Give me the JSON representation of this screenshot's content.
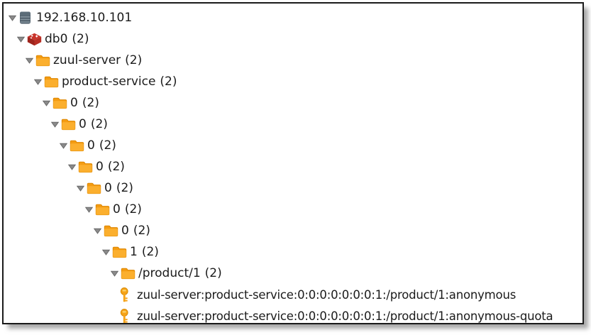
{
  "window": {
    "kind": "redis-key-tree-window",
    "background": "#ffffff",
    "border_color": "#1b1b1b"
  },
  "colors": {
    "text": "#1b1b1b",
    "arrow_gray": "#878787",
    "folder_orange": "#f9a11b",
    "folder_outline": "#dd8600",
    "key_orange": "#f6a318",
    "redis_red": "#b7342a",
    "server_slate": "#4e5d69",
    "shadow_gray": "#6e6e6e"
  },
  "tree": {
    "rows": [
      {
        "icon": "server-icon",
        "label": "192.168.10.101",
        "count": "",
        "level": 0,
        "has_arrow": true,
        "expanded": true,
        "type": "server"
      },
      {
        "icon": "redis-db-icon",
        "label": "db0",
        "count": "(2)",
        "level": 1,
        "has_arrow": true,
        "expanded": true,
        "type": "database"
      },
      {
        "icon": "folder-icon",
        "label": "zuul-server",
        "count": "(2)",
        "level": 2,
        "has_arrow": true,
        "expanded": true,
        "type": "folder"
      },
      {
        "icon": "folder-icon",
        "label": "product-service",
        "count": "(2)",
        "level": 3,
        "has_arrow": true,
        "expanded": true,
        "type": "folder"
      },
      {
        "icon": "folder-icon",
        "label": "0",
        "count": "(2)",
        "level": 4,
        "has_arrow": true,
        "expanded": true,
        "type": "folder"
      },
      {
        "icon": "folder-icon",
        "label": "0",
        "count": "(2)",
        "level": 5,
        "has_arrow": true,
        "expanded": true,
        "type": "folder"
      },
      {
        "icon": "folder-icon",
        "label": "0",
        "count": "(2)",
        "level": 6,
        "has_arrow": true,
        "expanded": true,
        "type": "folder"
      },
      {
        "icon": "folder-icon",
        "label": "0",
        "count": "(2)",
        "level": 7,
        "has_arrow": true,
        "expanded": true,
        "type": "folder"
      },
      {
        "icon": "folder-icon",
        "label": "0",
        "count": "(2)",
        "level": 8,
        "has_arrow": true,
        "expanded": true,
        "type": "folder"
      },
      {
        "icon": "folder-icon",
        "label": "0",
        "count": "(2)",
        "level": 9,
        "has_arrow": true,
        "expanded": true,
        "type": "folder"
      },
      {
        "icon": "folder-icon",
        "label": "0",
        "count": "(2)",
        "level": 10,
        "has_arrow": true,
        "expanded": true,
        "type": "folder"
      },
      {
        "icon": "folder-icon",
        "label": "1",
        "count": "(2)",
        "level": 11,
        "has_arrow": true,
        "expanded": true,
        "type": "folder"
      },
      {
        "icon": "folder-icon",
        "label": "/product/1",
        "count": "(2)",
        "level": 12,
        "has_arrow": true,
        "expanded": true,
        "type": "folder"
      },
      {
        "icon": "key-icon",
        "label": "zuul-server:product-service:0:0:0:0:0:0:0:1:/product/1:anonymous",
        "count": "",
        "level": 13,
        "has_arrow": false,
        "expanded": false,
        "type": "key"
      },
      {
        "icon": "key-icon",
        "label": "zuul-server:product-service:0:0:0:0:0:0:0:1:/product/1:anonymous-quota",
        "count": "",
        "level": 13,
        "has_arrow": false,
        "expanded": false,
        "type": "key"
      }
    ]
  }
}
